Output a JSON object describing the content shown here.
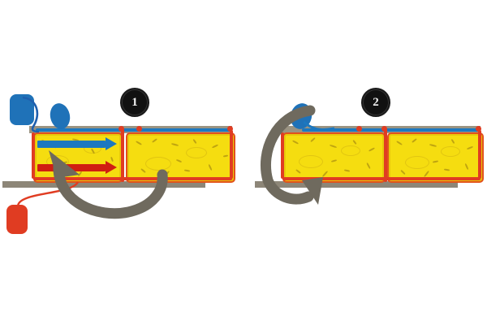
{
  "diagram": {
    "title": "Two-step irrigation foam dressing placement diagram",
    "background": "#ffffff",
    "colors": {
      "foam_fill": "#f5dd10",
      "foam_border": "#e2511b",
      "irrigation_blue": "#1c78c0",
      "drainage_red": "#e03c22",
      "structure_gray": "#9a9382",
      "rotation_arrow_gray": "#6f6a5e",
      "badge_background": "#111111",
      "badge_text": "#f2f2f2"
    }
  },
  "steps": [
    {
      "id": "step-1",
      "badge_label": "1",
      "flow_arrows": [
        {
          "name": "irrigation-inflow-arrow",
          "color": "#1c78c0",
          "label": ""
        },
        {
          "name": "drainage-outflow-arrow",
          "color": "#d01e12",
          "label": ""
        }
      ],
      "bags": [
        {
          "name": "irrigation-bag",
          "color": "#1f72b8",
          "label": ""
        },
        {
          "name": "drainage-bag",
          "color": "#e03c22",
          "label": ""
        }
      ],
      "connector": {
        "name": "blue-connector-bulb",
        "color": "#1f72b8"
      },
      "foam_blocks": 2,
      "rotation_arrow": {
        "name": "rotation-arrow-step-1",
        "direction": "counter-clockwise"
      }
    },
    {
      "id": "step-2",
      "badge_label": "2",
      "flow_arrows": [],
      "bags": [],
      "connector": {
        "name": "blue-connector-bulb",
        "color": "#1f72b8"
      },
      "foam_blocks": 2,
      "rotation_arrow": {
        "name": "rotation-arrow-step-2",
        "direction": "clockwise"
      }
    }
  ]
}
